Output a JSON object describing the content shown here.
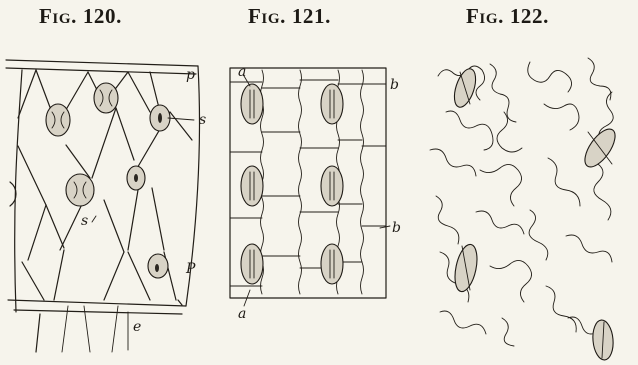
{
  "figures": [
    {
      "caption": "Fig. 120.",
      "labels": {
        "p_top": "p",
        "s_right": "s",
        "s_center": "s",
        "p_bottom": "P",
        "e": "e"
      },
      "stomata_count": 6,
      "cell_pattern": "elongated hexagonal cells"
    },
    {
      "caption": "Fig. 121.",
      "labels": {
        "a_top": "a",
        "b_top": "b",
        "b_right": "b",
        "a_bottom": "a"
      },
      "stomata_count": 6,
      "cell_pattern": "rectangular cells with wavy walls"
    },
    {
      "caption": "Fig. 122.",
      "labels": {},
      "stomata_count": 4,
      "cell_pattern": "jigsaw-shaped cells with sinuous walls"
    }
  ]
}
